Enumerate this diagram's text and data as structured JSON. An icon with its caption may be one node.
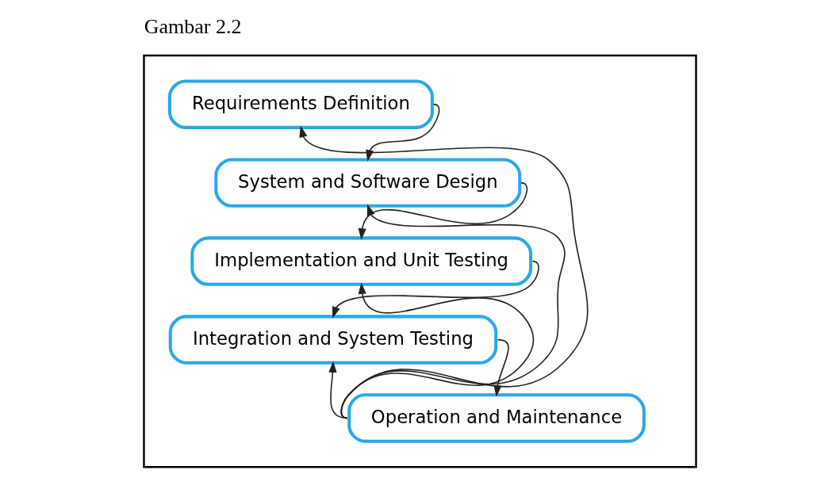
{
  "diagram": {
    "title": "Gambar 2.2",
    "nodes": [
      {
        "text": [],
        "shape": "box"
      },
      {
        "text": [
          "Requirements Definition"
        ],
        "in": 0
      },
      {
        "text": [
          "System and Software Design"
        ],
        "in": 0
      },
      {
        "text": [
          "Implementation and Unit Testing"
        ],
        "in": 0
      },
      {
        "text": [
          "Integration and System Testing"
        ],
        "in": 0
      },
      {
        "text": [
          "Operation and Maintenance"
        ],
        "in": 0
      }
    ],
    "edges": [
      {
        "from": 1,
        "to": 2,
        "arrow": "to"
      },
      {
        "from": 2,
        "to": 3,
        "arrow": "to"
      },
      {
        "from": 3,
        "to": 4,
        "arrow": "to"
      },
      {
        "from": 4,
        "to": 5,
        "arrow": "to"
      },
      {
        "from": 5,
        "to": 4,
        "arrow": "to"
      },
      {
        "from": 5,
        "to": 3,
        "arrow": "to"
      },
      {
        "from": 5,
        "to": 2,
        "arrow": "to"
      },
      {
        "from": 5,
        "to": 1,
        "arrow": "to"
      }
    ]
  }
}
